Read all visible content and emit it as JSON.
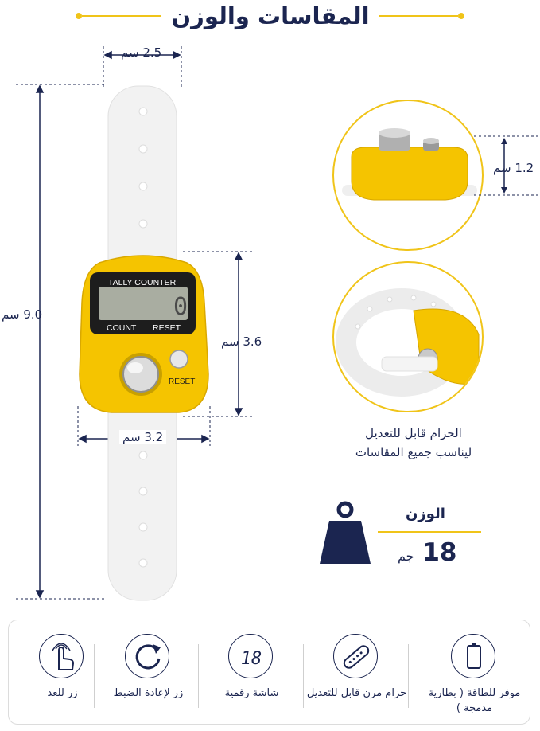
{
  "title": "المقاسات والوزن",
  "dimensions": {
    "strap_width": "2.5 سم",
    "total_length": "9.0 سم",
    "counter_height": "3.6 سم",
    "counter_width": "3.2 سم",
    "button_height": "1.2 سم"
  },
  "device": {
    "top_label": "TALLY COUNTER",
    "display_digit": "0",
    "count_label": "COUNT",
    "reset_label": "RESET",
    "reset_button_label": "RESET"
  },
  "caption": {
    "line1": "الحزام قابل للتعديل",
    "line2": "ليناسب جميع المقاسات"
  },
  "weight": {
    "label": "الوزن",
    "value": "18",
    "unit": "جم"
  },
  "features": [
    {
      "label": "زر للعد",
      "icon": "tap-finger-icon"
    },
    {
      "label": "زر لإعادة الضبط",
      "icon": "reset-arrow-icon"
    },
    {
      "label": "شاشة رقمية",
      "icon": "digital-display-icon"
    },
    {
      "label": "حزام مرن قابل للتعديل",
      "icon": "strap-icon"
    },
    {
      "label": "موفر للطاقة ( بطارية مدمجة )",
      "icon": "battery-icon"
    }
  ],
  "feature_digits": "18",
  "colors": {
    "accent": "#f0c419",
    "navy": "#1b2550",
    "device_yellow": "#f5c400"
  }
}
